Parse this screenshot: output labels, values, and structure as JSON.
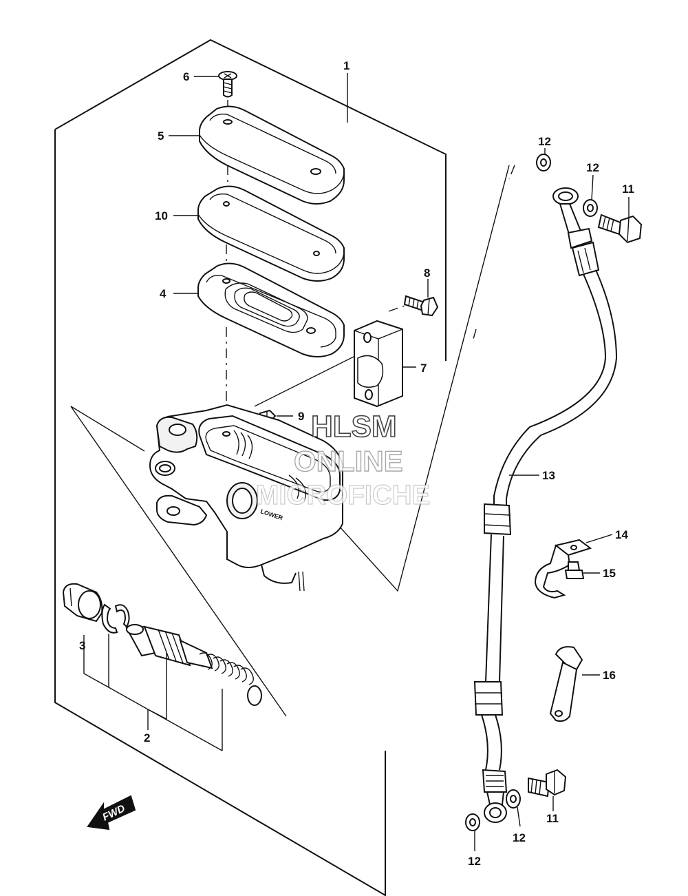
{
  "callouts": [
    {
      "id": "label-1",
      "text": "1"
    },
    {
      "id": "label-2",
      "text": "2"
    },
    {
      "id": "label-3",
      "text": "3"
    },
    {
      "id": "label-4",
      "text": "4"
    },
    {
      "id": "label-5",
      "text": "5"
    },
    {
      "id": "label-6",
      "text": "6"
    },
    {
      "id": "label-7",
      "text": "7"
    },
    {
      "id": "label-8",
      "text": "8"
    },
    {
      "id": "label-9",
      "text": "9"
    },
    {
      "id": "label-10",
      "text": "10"
    },
    {
      "id": "label-11a",
      "text": "11"
    },
    {
      "id": "label-11b",
      "text": "11"
    },
    {
      "id": "label-12a",
      "text": "12"
    },
    {
      "id": "label-12b",
      "text": "12"
    },
    {
      "id": "label-12c",
      "text": "12"
    },
    {
      "id": "label-12d",
      "text": "12"
    },
    {
      "id": "label-13",
      "text": "13"
    },
    {
      "id": "label-14",
      "text": "14"
    },
    {
      "id": "label-15",
      "text": "15"
    },
    {
      "id": "label-16",
      "text": "16"
    }
  ],
  "watermark": {
    "line1": "HLSM",
    "line2": "ONLINE",
    "line3": "MICROFICHE"
  },
  "fwd_arrow": {
    "text": "FWD",
    "icon": "forward-arrow-icon"
  },
  "master_cylinder": {
    "marking": "LOWER"
  }
}
